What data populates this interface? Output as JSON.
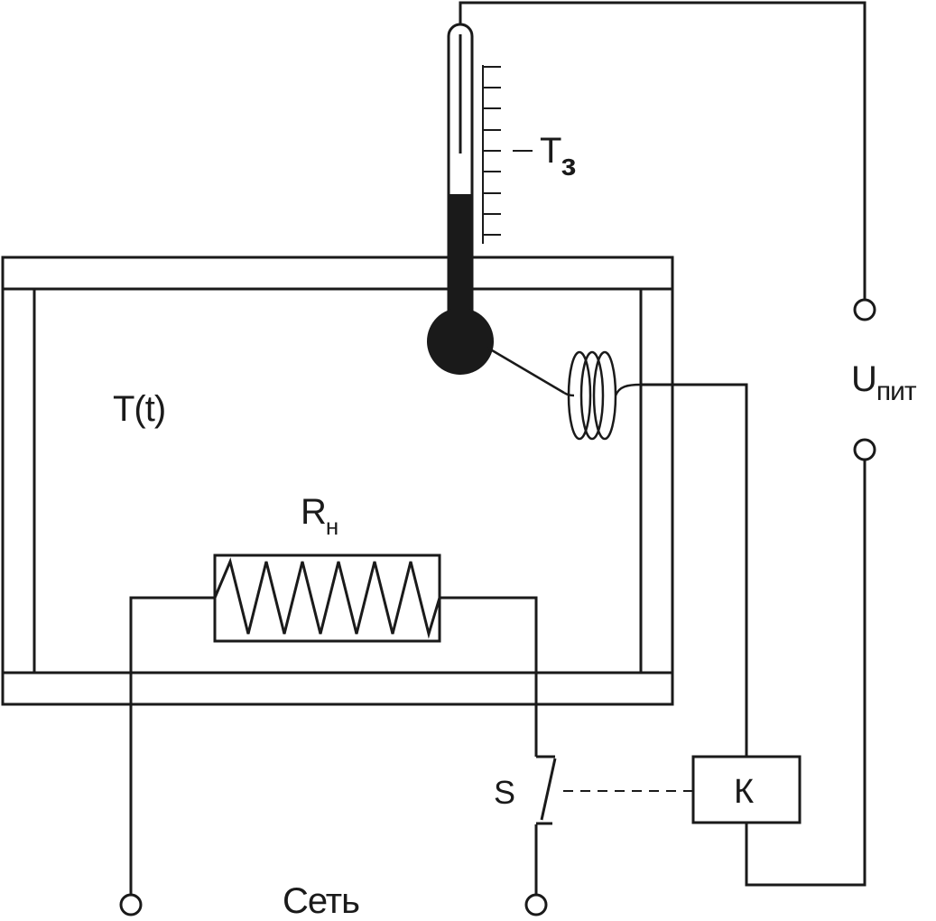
{
  "colors": {
    "ink": "#1a1a1a",
    "background": "#ffffff"
  },
  "labels": {
    "setpoint": "T",
    "setpoint_sub": "з",
    "chamber_temp": "T(t)",
    "heater": "R",
    "heater_sub": "н",
    "supply": "U",
    "supply_sub": "пит",
    "switch": "S",
    "relay": "К",
    "mains": "Сеть"
  }
}
